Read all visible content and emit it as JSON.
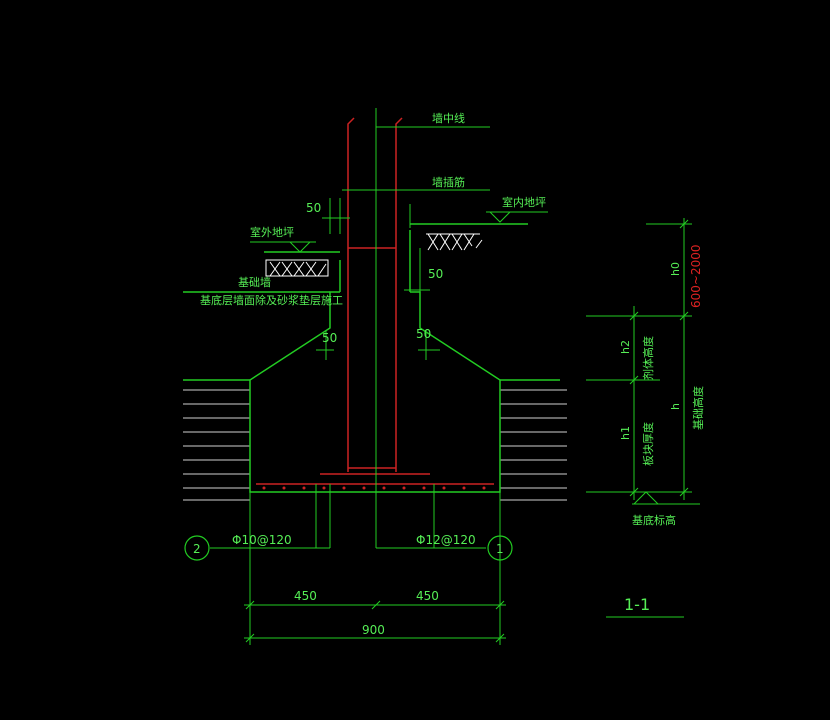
{
  "colors": {
    "background": "#000000",
    "line": "#22cc22",
    "rebar": "#cc2222",
    "text": "#55ee55",
    "accent_text": "#dd2222",
    "hatch": "#ffffff",
    "ground": "#cfcfcf"
  },
  "labels": {
    "wall_centerline": "墙中线",
    "wall_rebar": "墙插筋",
    "indoor_floor": "室内地坪",
    "outdoor_floor": "室外地坪",
    "foundation_wall": "基础墙",
    "base_note": "基底层墙面除及砂浆垫层施工",
    "base_elevation": "基底标高"
  },
  "dims": {
    "d50_top": "50",
    "d50_right": "50",
    "d50_left_low": "50",
    "d50_right_low": "50",
    "half_left": "450",
    "half_right": "450",
    "total": "900",
    "h0": "h0",
    "h0_range": "600~2000",
    "h2": "h2",
    "h2_text": "剂体高度",
    "h1": "h1",
    "h1_text": "板块厚度",
    "h": "h",
    "h_text": "基础高度"
  },
  "rebar_labels": {
    "left": "Φ10@120",
    "right": "Φ12@120"
  },
  "axes": {
    "left": "2",
    "right": "1"
  },
  "section_label": "1-1"
}
